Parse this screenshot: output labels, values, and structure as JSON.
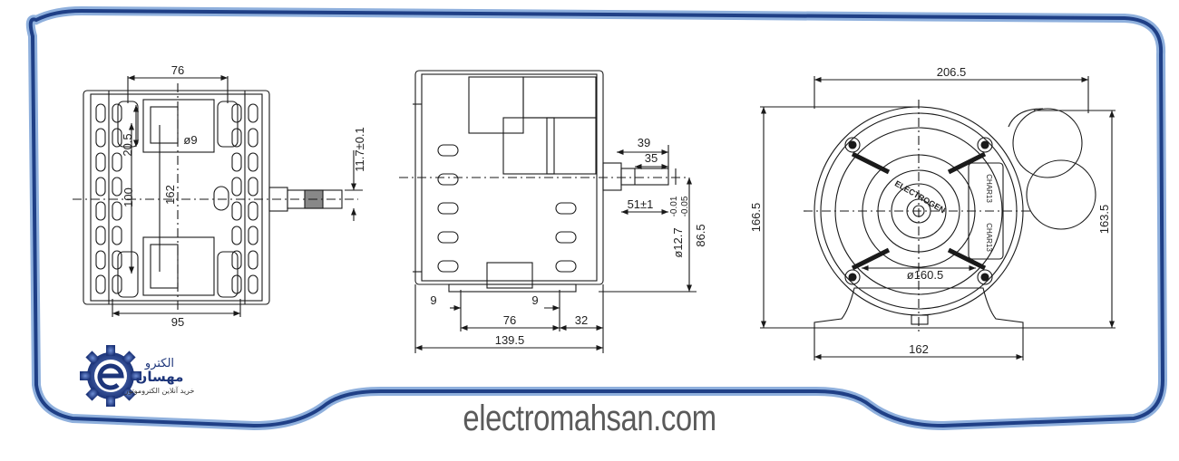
{
  "colors": {
    "frame_blue": "#1f3f86",
    "frame_light": "#8fb0dd",
    "line": "#1a1a1a",
    "watermark": "#5a5a5a",
    "gear": "#2c4a9a"
  },
  "views": {
    "side": {
      "dims": {
        "top": "76",
        "bore": "ø9",
        "slot": "20.5",
        "height_left": "100",
        "height_mid": "162",
        "bottom": "95",
        "shaft_offset": "11.7±0.1"
      }
    },
    "front": {
      "dims": {
        "d39": "39",
        "d35": "35",
        "d51": "51±1",
        "shaft": "ø12.7",
        "shaft_tol_upper": "-0.01",
        "shaft_tol_lower": "-0.05",
        "h86": "86.5",
        "w9a": "9",
        "w9b": "9",
        "w76": "76",
        "w32": "32",
        "w139": "139.5"
      },
      "label_text": ""
    },
    "end": {
      "dims": {
        "top": "206.5",
        "left": "166.5",
        "right": "163.5",
        "bore": "ø160.5",
        "bottom": "162"
      },
      "markings": {
        "brand": "ELECTROGEN",
        "cap1": "CHAR13",
        "cap2": "CHAR13"
      }
    }
  },
  "logo": {
    "title_line1": "الکترو",
    "title_line2": "مهسان",
    "tagline": "خرید آنلاین الکتروموتور",
    "icon": "gear-e-logo-icon"
  },
  "watermark": "electromahsan.com"
}
